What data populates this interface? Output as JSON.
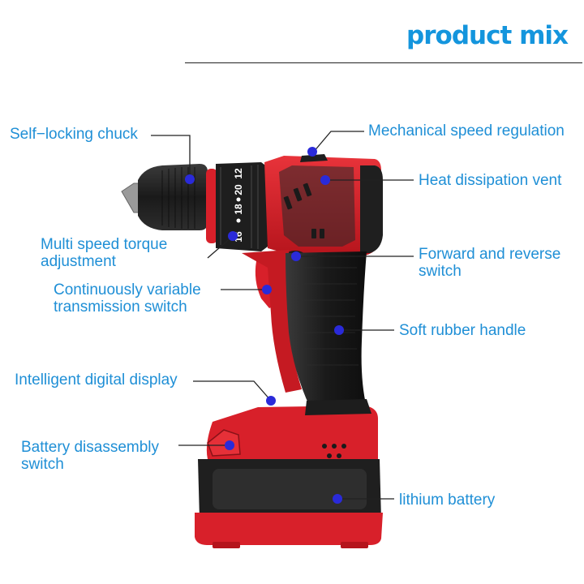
{
  "title": "product mix",
  "colors": {
    "label_text": "#1f8fd6",
    "title_text": "#1495dd",
    "leader_line": "#222222",
    "marker_dot": "#2a2ad9",
    "body_red": "#d8202a",
    "body_black": "#1d1d1d",
    "chuck_black": "#232323"
  },
  "chuck_numbers": [
    "16",
    "18",
    "20",
    "12"
  ],
  "labels": {
    "self_locking_chuck": "Self−locking chuck",
    "mechanical_speed_regulation": "Mechanical speed regulation",
    "heat_dissipation_vent": "Heat dissipation vent",
    "multi_speed_torque_line1": "Multi speed torque",
    "multi_speed_torque_line2": "adjustment",
    "forward_reverse_line1": "Forward and reverse",
    "forward_reverse_line2": "switch",
    "continuously_variable_line1": "Continuously variable",
    "continuously_variable_line2": "transmission switch",
    "soft_rubber_handle": "Soft rubber handle",
    "intelligent_digital_display": "Intelligent digital display",
    "battery_disassembly_line1": "Battery disassembly",
    "battery_disassembly_line2": "switch",
    "lithium_battery": "lithium battery"
  }
}
